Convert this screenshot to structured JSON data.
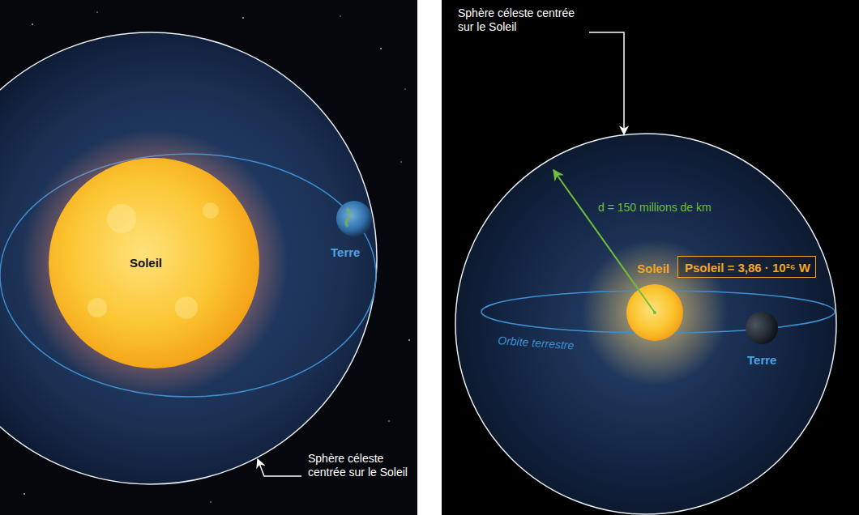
{
  "diagram": {
    "nodes": [
      {
        "text": [
          "Psoleil = 3,86 · 10²⁶ W"
        ]
      }
    ],
    "labels": [
      "Soleil",
      "Terre",
      "Sphère céleste centrée sur le Soleil",
      "Sphère céleste centrée sur le Soleil",
      "d = 150 millions de km",
      "Soleil",
      "Orbite terrestre",
      "Terre"
    ]
  }
}
